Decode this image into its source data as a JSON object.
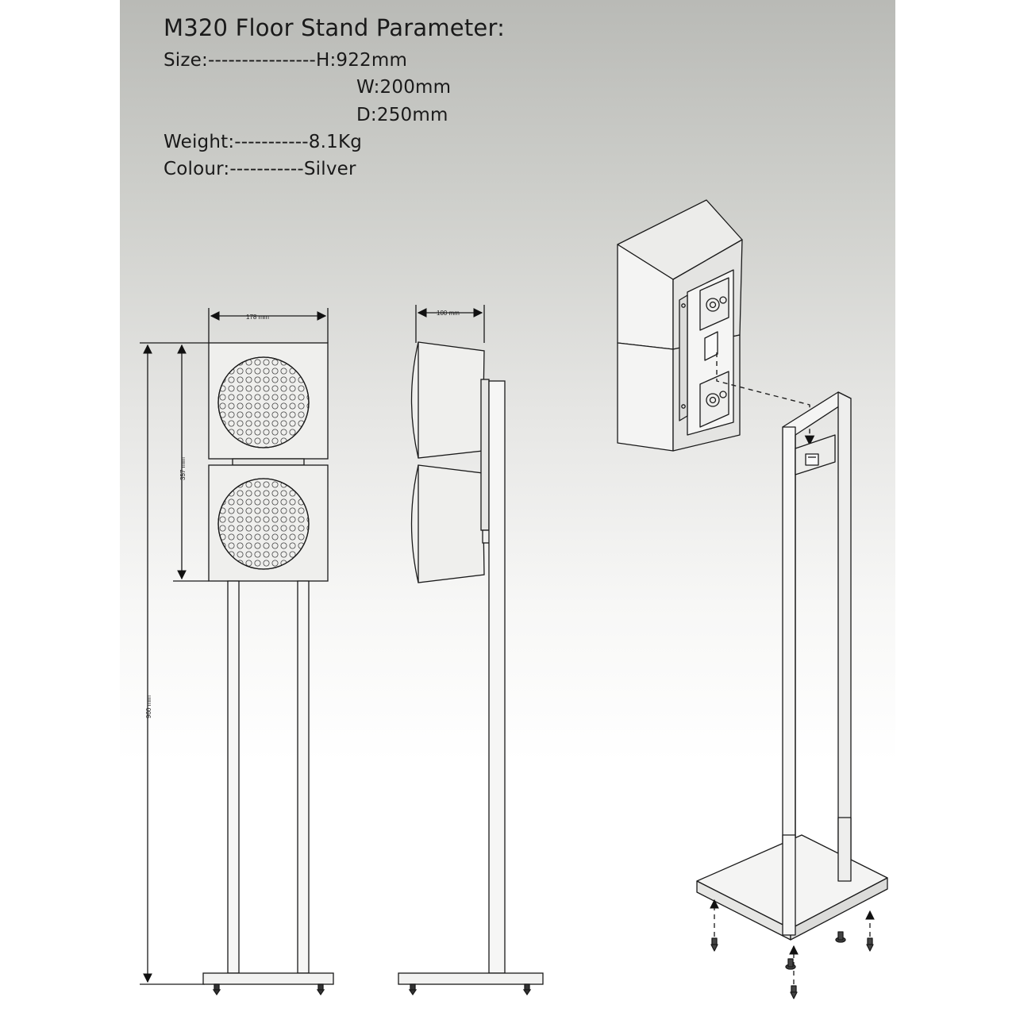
{
  "specs": {
    "title": "M320 Floor Stand Parameter:",
    "size_row": "Size:----------------H:922mm",
    "width_row": "W:200mm",
    "depth_row": "D:250mm",
    "weight_row": "Weight:-----------8.1Kg",
    "colour_row": "Colour:-----------Silver"
  },
  "dimensions": {
    "front_width": "178 mm",
    "side_depth": "100 mm",
    "speaker_height": "357 mm",
    "total_height": "960 mm"
  },
  "colors": {
    "line": "#1a1a1a",
    "panel": "#eeeeec",
    "arrow": "#111111"
  }
}
